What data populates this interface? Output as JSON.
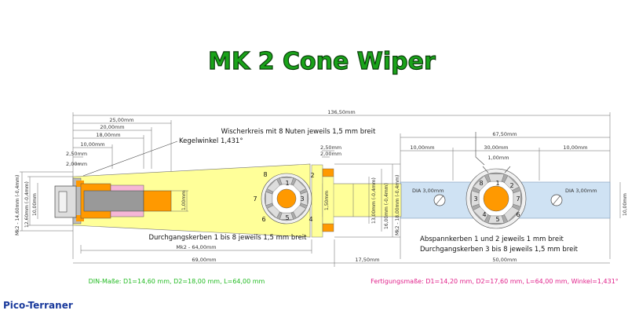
{
  "title": "MK 2 Cone Wiper",
  "brand": "Pico-Terraner",
  "dimensions": {
    "total_length": "136,50mm",
    "d_25": "25,00mm",
    "d_20": "20,00mm",
    "d_18": "18,00mm",
    "d_10": "10,00mm",
    "d_2_50": "2,50mm",
    "d_2_00": "2,00mm",
    "mk2_64": "Mk2 - 64,00mm",
    "d_69": "69,00mm",
    "d_17_50": "17,50mm",
    "d_50": "50,00mm",
    "d_67_50": "67,50mm",
    "d_right_10a": "10,00mm",
    "d_right_30": "30,00mm",
    "d_right_10b": "10,00mm",
    "d_1_00": "1,00mm",
    "d_2_50b": "2,50mm",
    "d_2_00b": "2,00mm",
    "dia_left": "DIA 3,00mm",
    "dia_right": "DIA 3,00mm",
    "height_right": "10,00mm",
    "v_14_60": "Mk2 - 14,60mm (-0,4mm)",
    "v_12_60": "12,60mm (-0,4mm)",
    "v_10": "10,00mm",
    "v_1_00": "1,00mm",
    "v_18": "Mk2 - 18,00mm (-0,4mm)",
    "v_16": "16,00mm (-0,4mm)",
    "v_13": "13,00mm (-0,4mm)",
    "v_1_50": "1,50mm"
  },
  "annotations": {
    "kegelwinkel": "Kegelwinkel 1,431°",
    "wischerkreis": "Wischerkreis mit 8 Nuten jeweils 1,5 mm breit",
    "durchgang_left": "Durchgangskerben 1 bis 8 jeweils 1,5 mm breit",
    "abspann": "Abspannkerben 1 und 2 jeweils 1 mm breit",
    "durchgang_right": "Durchgangskerben 3 bis 8 jeweils 1,5 mm breit"
  },
  "wheel_left_numbers": [
    "1",
    "2",
    "3",
    "4",
    "5",
    "6",
    "7",
    "8"
  ],
  "wheel_right_numbers": [
    "1",
    "2",
    "3",
    "4",
    "5",
    "6",
    "7",
    "8"
  ],
  "footer": {
    "din": "DIN-Maße: D1=14,60 mm, D2=18,00 mm, L=64,00 mm",
    "fertigung": "Fertigungsmaße: D1=14,20 mm, D2=17,60 mm, L=64,00 mm, Winkel=1,431°"
  },
  "colors": {
    "cone": "#ffff99",
    "pin": "#ff9900",
    "sleeve": "#f6b6d6",
    "gray": "#999999",
    "strip": "#cfe2f3",
    "title": "#1aa31a",
    "din": "#22bb22",
    "fertigung": "#e0208a"
  }
}
